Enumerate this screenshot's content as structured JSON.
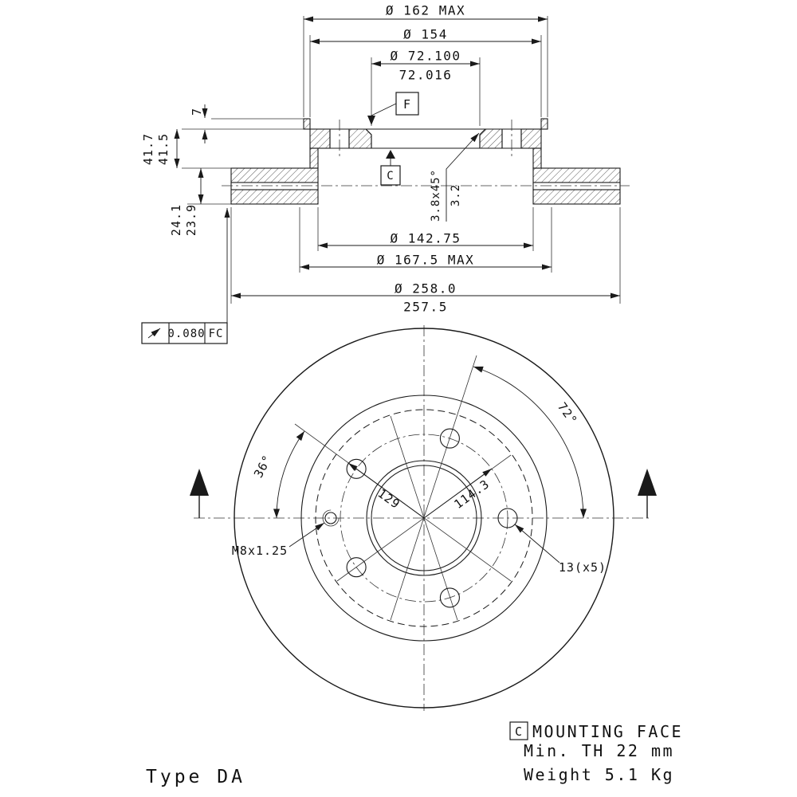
{
  "colors": {
    "line": "#1a1a1a",
    "background": "#ffffff"
  },
  "section": {
    "d162": "Ø 162 MAX",
    "d154": "Ø 154",
    "d72a": "Ø 72.100",
    "d72b": "72.016",
    "h7": "7",
    "h417": "41.7",
    "h415": "41.5",
    "t241": "24.1",
    "t239": "23.9",
    "ch1": "3.8x45°",
    "ch2": "3.2",
    "d14275": "Ø 142.75",
    "d1675": "Ø 167.5 MAX",
    "d2580": "Ø 258.0",
    "d2575": "257.5",
    "datum_f": "F",
    "datum_c": "C",
    "runout_value": "0.080",
    "runout_datum": "FC"
  },
  "front": {
    "a72": "72°",
    "a36": "36°",
    "d129": "129",
    "d1143": "114.3",
    "thread": "M8x1.25",
    "holes": "13(x5)"
  },
  "notes": {
    "datum": "C",
    "face": "MOUNTING FACE",
    "min_th": "Min. TH 22 mm",
    "weight": "Weight 5.1 Kg",
    "type_label": "Type DA"
  }
}
